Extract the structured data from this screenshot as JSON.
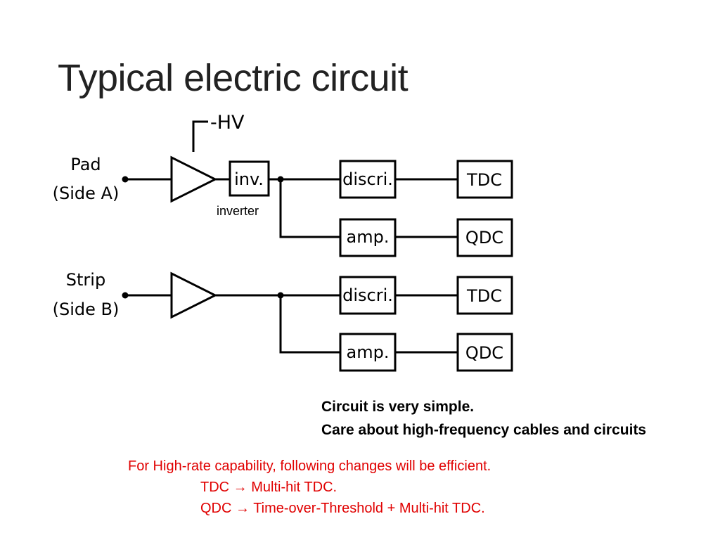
{
  "slide": {
    "title": "Typical electric circuit"
  },
  "diagram": {
    "hv_label": "-HV",
    "side_a": {
      "line1": "Pad",
      "line2": "(Side A)"
    },
    "side_b": {
      "line1": "Strip",
      "line2": "(Side B)"
    },
    "inv_box": "inv.",
    "inverter_note": "inverter",
    "discri_label": "discri.",
    "amp_label": "amp.",
    "tdc_label": "TDC",
    "qdc_label": "QDC"
  },
  "notes": {
    "line1": "Circuit is very simple.",
    "line2": "Care about high-frequency cables and circuits"
  },
  "red_notes": {
    "line1": "For High-rate capability, following changes will be efficient.",
    "line2": "TDC → Multi-hit TDC.",
    "line3": "QDC → Time-over-Threshold + Multi-hit TDC."
  }
}
